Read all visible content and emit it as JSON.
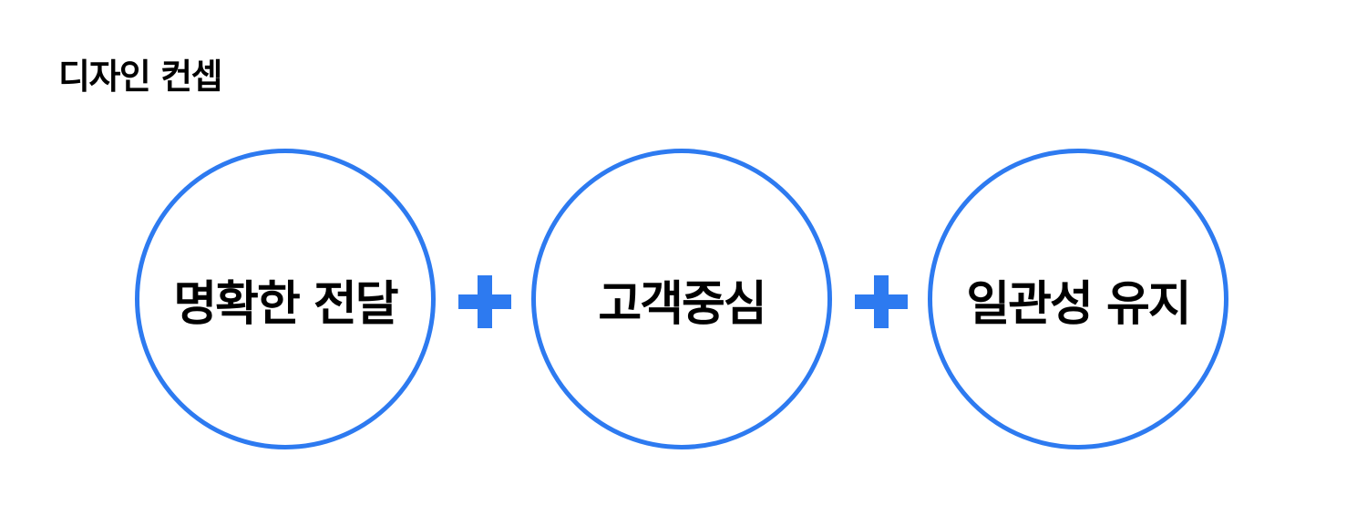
{
  "title": "디자인 컨셉",
  "accent_color": "#2d7af0",
  "concepts": [
    {
      "label": "명확한 전달"
    },
    {
      "label": "고객중심"
    },
    {
      "label": "일관성 유지"
    }
  ],
  "connector_icon": "plus-icon"
}
